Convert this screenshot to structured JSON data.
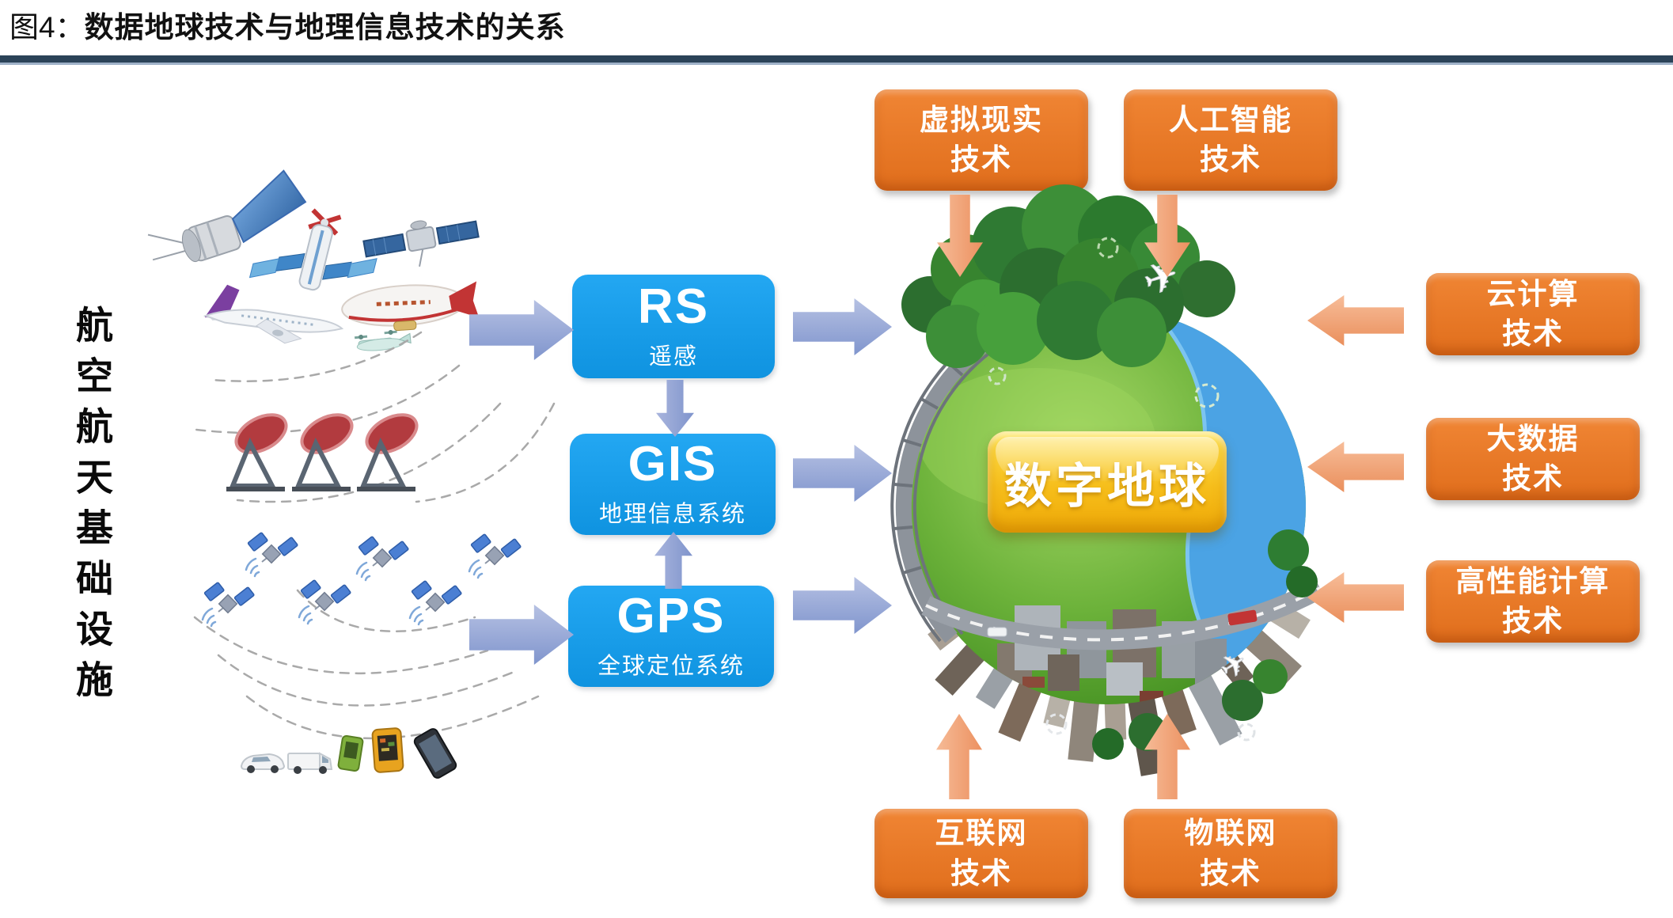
{
  "title": {
    "prefix": "图4：",
    "main": "数据地球技术与地理信息技术的关系"
  },
  "left_label": "航空航天基础设施",
  "center": {
    "label": "数字地球"
  },
  "blue_boxes": [
    {
      "abbr": "RS",
      "name": "遥感"
    },
    {
      "abbr": "GIS",
      "name": "地理信息系统"
    },
    {
      "abbr": "GPS",
      "name": "全球定位系统"
    }
  ],
  "orange_boxes": [
    {
      "line1": "虚拟现实",
      "line2": "技术"
    },
    {
      "line1": "人工智能",
      "line2": "技术"
    },
    {
      "line1": "云计算",
      "line2": "技术"
    },
    {
      "line1": "大数据",
      "line2": "技术"
    },
    {
      "line1": "高性能计算",
      "line2": "技术"
    },
    {
      "line1": "互联网",
      "line2": "技术"
    },
    {
      "line1": "物联网",
      "line2": "技术"
    }
  ],
  "icons": {
    "aerospace": [
      "satellite-icon",
      "satellite-icon",
      "satellite-icon",
      "airplane-icon",
      "airship-icon",
      "drone-icon"
    ],
    "ground_stations": [
      "dish-antenna-icon",
      "dish-antenna-icon",
      "dish-antenna-icon"
    ],
    "gps_constellation": [
      "satellite-icon",
      "satellite-icon",
      "satellite-icon",
      "satellite-icon",
      "satellite-icon",
      "satellite-icon"
    ],
    "terminals": [
      "car-icon",
      "van-icon",
      "handheld-device-icon",
      "gps-receiver-icon",
      "smartphone-icon"
    ],
    "center": "digital-earth-globe"
  },
  "colors": {
    "blue_box": "#179CE9",
    "orange_box": "#E8762A",
    "blue_arrow": "#8CA0D4",
    "salmon_arrow": "#F2A377",
    "yellow_label": "#F5C224",
    "divider": "#2B4358"
  }
}
